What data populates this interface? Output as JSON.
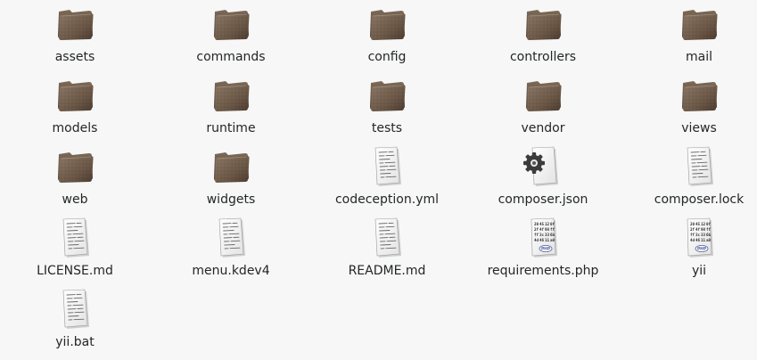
{
  "files": [
    {
      "name": "assets",
      "type": "folder"
    },
    {
      "name": "commands",
      "type": "folder"
    },
    {
      "name": "config",
      "type": "folder"
    },
    {
      "name": "controllers",
      "type": "folder"
    },
    {
      "name": "mail",
      "type": "folder"
    },
    {
      "name": "models",
      "type": "folder"
    },
    {
      "name": "runtime",
      "type": "folder"
    },
    {
      "name": "tests",
      "type": "folder"
    },
    {
      "name": "vendor",
      "type": "folder"
    },
    {
      "name": "views",
      "type": "folder"
    },
    {
      "name": "web",
      "type": "folder"
    },
    {
      "name": "widgets",
      "type": "folder"
    },
    {
      "name": "codeception.yml",
      "type": "text"
    },
    {
      "name": "composer.json",
      "type": "config"
    },
    {
      "name": "composer.lock",
      "type": "text"
    },
    {
      "name": "LICENSE.md",
      "type": "text"
    },
    {
      "name": "menu.kdev4",
      "type": "text"
    },
    {
      "name": "README.md",
      "type": "text"
    },
    {
      "name": "requirements.php",
      "type": "php"
    },
    {
      "name": "yii",
      "type": "php"
    },
    {
      "name": "yii.bat",
      "type": "text"
    }
  ],
  "icons": {
    "folder": "folder-icon",
    "text": "text-file-icon",
    "config": "config-file-icon",
    "php": "php-file-icon"
  },
  "colors": {
    "background": "#f7f7f7",
    "folder": "#6e5a48",
    "label": "#232627"
  }
}
